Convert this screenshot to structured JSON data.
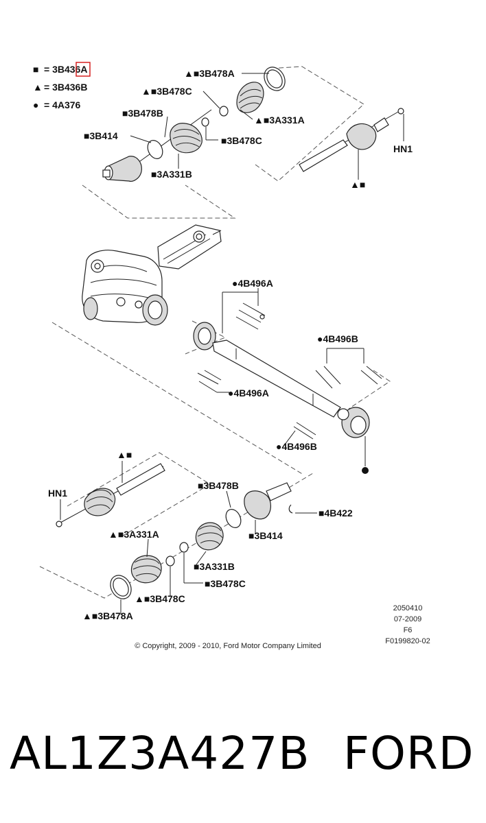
{
  "legend": [
    {
      "symbol": "■",
      "text": "= 3B436A"
    },
    {
      "symbol": "▲",
      "text": "= 3B436B"
    },
    {
      "symbol": "●",
      "text": "= 4A376"
    }
  ],
  "callouts": {
    "rh_3b478a": "▲■3B478A",
    "rh_3b478c_top": "▲■3B478C",
    "rh_3a331a": "▲■3A331A",
    "rh_3b478b": "■3B478B",
    "rh_3b478c_mid": "■3B478C",
    "rh_3b414": "■3B414",
    "rh_3a331b": "■3A331B",
    "rh_hn1": "HN1",
    "rh_sym_shaft": "▲■",
    "ds_4b496a_top": "●4B496A",
    "ds_4b496b_top": "●4B496B",
    "ds_4b496a_mid": "●4B496A",
    "ds_4b496b_bot": "●4B496B",
    "lh_sym_shaft": "▲■",
    "lh_hn1": "HN1",
    "lh_3b478b": "■3B478B",
    "lh_4b422": "■4B422",
    "lh_3b414": "■3B414",
    "lh_3a331a": "▲■3A331A",
    "lh_3a331b": "■3A331B",
    "lh_3b478c_right": "■3B478C",
    "lh_3b478c_left": "▲■3B478C",
    "lh_3b478a": "▲■3B478A"
  },
  "drawing_info": [
    "2050410",
    "07-2009",
    "F6",
    "F0199820-02"
  ],
  "copyright": "© Copyright, 2009 - 2010, Ford Motor Company Limited",
  "part_number": "AL1Z3A427B",
  "brand": "FORD",
  "colors": {
    "line": "#222222",
    "highlight": "#d62020"
  }
}
